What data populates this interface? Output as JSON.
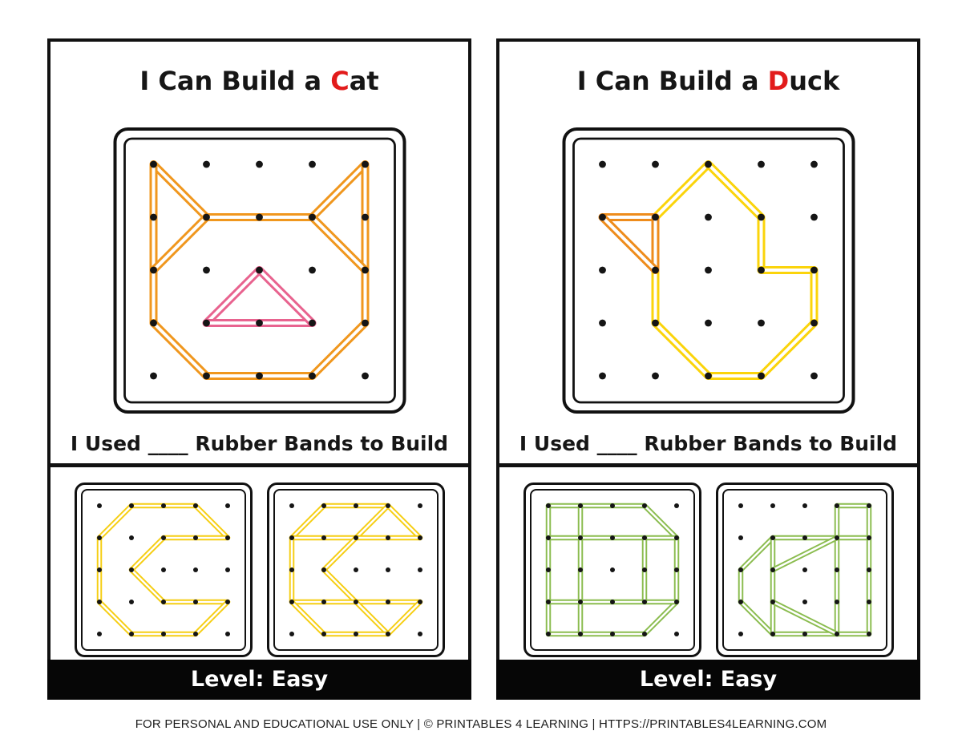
{
  "page": {
    "footer": "FOR PERSONAL AND EDUCATIONAL USE ONLY | © PRINTABLES 4 LEARNING | HTTPS://PRINTABLES4LEARNING.COM"
  },
  "colors": {
    "accent_red": "#E21B1B",
    "border": "#111111",
    "bar": "#060606",
    "dot": "#151515"
  },
  "cards": [
    {
      "title_prefix": "I Can Build a ",
      "title_highlight": "C",
      "title_rest": "at",
      "count_line": "I Used ____ Rubber Bands to Build",
      "level_label": "Level: Easy",
      "main_board": {
        "grid": 5,
        "bands": [
          {
            "name": "cat-face-band",
            "color": "#F0971E",
            "segments": [
              [
                [
                  0,
                  0
                ],
                [
                  1,
                  1
                ]
              ],
              [
                [
                  0,
                  0
                ],
                [
                  0,
                  2
                ]
              ],
              [
                [
                  0,
                  2
                ],
                [
                  1,
                  1
                ]
              ],
              [
                [
                  1,
                  1
                ],
                [
                  3,
                  1
                ]
              ],
              [
                [
                  3,
                  1
                ],
                [
                  4,
                  0
                ]
              ],
              [
                [
                  4,
                  0
                ],
                [
                  4,
                  2
                ]
              ],
              [
                [
                  4,
                  2
                ],
                [
                  3,
                  1
                ]
              ],
              [
                [
                  0,
                  2
                ],
                [
                  0,
                  3
                ]
              ],
              [
                [
                  0,
                  3
                ],
                [
                  1,
                  4
                ]
              ],
              [
                [
                  1,
                  4
                ],
                [
                  3,
                  4
                ]
              ],
              [
                [
                  3,
                  4
                ],
                [
                  4,
                  3
                ]
              ],
              [
                [
                  4,
                  3
                ],
                [
                  4,
                  2
                ]
              ]
            ]
          },
          {
            "name": "cat-nose-band",
            "color": "#E8638F",
            "segments": [
              [
                [
                  2,
                  2
                ],
                [
                  1,
                  3
                ]
              ],
              [
                [
                  1,
                  3
                ],
                [
                  3,
                  3
                ]
              ],
              [
                [
                  3,
                  3
                ],
                [
                  2,
                  2
                ]
              ]
            ]
          }
        ]
      },
      "letter_boards": [
        {
          "grid": 5,
          "bands": [
            {
              "name": "letter-c-outline",
              "color": "#F6CE12",
              "segments": [
                [
                  [
                    1,
                    0
                  ],
                  [
                    3,
                    0
                  ]
                ],
                [
                  [
                    3,
                    0
                  ],
                  [
                    4,
                    1
                  ]
                ],
                [
                  [
                    4,
                    1
                  ],
                  [
                    2,
                    1
                  ]
                ],
                [
                  [
                    2,
                    1
                  ],
                  [
                    1,
                    2
                  ]
                ],
                [
                  [
                    1,
                    2
                  ],
                  [
                    2,
                    3
                  ]
                ],
                [
                  [
                    2,
                    3
                  ],
                  [
                    4,
                    3
                  ]
                ],
                [
                  [
                    4,
                    3
                  ],
                  [
                    3,
                    4
                  ]
                ],
                [
                  [
                    3,
                    4
                  ],
                  [
                    1,
                    4
                  ]
                ],
                [
                  [
                    1,
                    4
                  ],
                  [
                    0,
                    3
                  ]
                ],
                [
                  [
                    0,
                    3
                  ],
                  [
                    0,
                    1
                  ]
                ],
                [
                  [
                    0,
                    1
                  ],
                  [
                    1,
                    0
                  ]
                ]
              ]
            }
          ]
        },
        {
          "grid": 5,
          "bands": [
            {
              "name": "letter-c-triangulated",
              "color": "#F6CE12",
              "segments": [
                [
                  [
                    1,
                    0
                  ],
                  [
                    3,
                    0
                  ]
                ],
                [
                  [
                    1,
                    0
                  ],
                  [
                    0,
                    1
                  ]
                ],
                [
                  [
                    3,
                    0
                  ],
                  [
                    2,
                    1
                  ]
                ],
                [
                  [
                    3,
                    0
                  ],
                  [
                    4,
                    1
                  ]
                ],
                [
                  [
                    0,
                    1
                  ],
                  [
                    4,
                    1
                  ]
                ],
                [
                  [
                    2,
                    1
                  ],
                  [
                    1,
                    2
                  ]
                ],
                [
                  [
                    1,
                    2
                  ],
                  [
                    2,
                    3
                  ]
                ],
                [
                  [
                    0,
                    1
                  ],
                  [
                    0,
                    3
                  ]
                ],
                [
                  [
                    0,
                    3
                  ],
                  [
                    4,
                    3
                  ]
                ],
                [
                  [
                    2,
                    3
                  ],
                  [
                    3,
                    4
                  ]
                ],
                [
                  [
                    0,
                    3
                  ],
                  [
                    1,
                    4
                  ]
                ],
                [
                  [
                    1,
                    4
                  ],
                  [
                    3,
                    4
                  ]
                ],
                [
                  [
                    3,
                    4
                  ],
                  [
                    4,
                    3
                  ]
                ]
              ]
            }
          ]
        }
      ]
    },
    {
      "title_prefix": "I Can Build a ",
      "title_highlight": "D",
      "title_rest": "uck",
      "count_line": "I Used ____ Rubber Bands to Build",
      "level_label": "Level: Easy",
      "main_board": {
        "grid": 5,
        "bands": [
          {
            "name": "duck-body-band",
            "color": "#FBD40B",
            "segments": [
              [
                [
                  2,
                  0
                ],
                [
                  1,
                  1
                ]
              ],
              [
                [
                  2,
                  0
                ],
                [
                  3,
                  1
                ]
              ],
              [
                [
                  3,
                  1
                ],
                [
                  3,
                  2
                ]
              ],
              [
                [
                  3,
                  2
                ],
                [
                  4,
                  2
                ]
              ],
              [
                [
                  4,
                  2
                ],
                [
                  4,
                  3
                ]
              ],
              [
                [
                  4,
                  3
                ],
                [
                  3,
                  4
                ]
              ],
              [
                [
                  3,
                  4
                ],
                [
                  2,
                  4
                ]
              ],
              [
                [
                  2,
                  4
                ],
                [
                  1,
                  3
                ]
              ],
              [
                [
                  1,
                  3
                ],
                [
                  1,
                  2
                ]
              ]
            ]
          },
          {
            "name": "duck-beak-band",
            "color": "#EE8C1C",
            "segments": [
              [
                [
                  0,
                  1
                ],
                [
                  1,
                  1
                ]
              ],
              [
                [
                  1,
                  1
                ],
                [
                  1,
                  2
                ]
              ],
              [
                [
                  1,
                  2
                ],
                [
                  0,
                  1
                ]
              ]
            ]
          }
        ]
      },
      "letter_boards": [
        {
          "grid": 5,
          "bands": [
            {
              "name": "letter-d-uppercase",
              "color": "#8ABC4E",
              "segments": [
                [
                  [
                    0,
                    0
                  ],
                  [
                    3,
                    0
                  ]
                ],
                [
                  [
                    3,
                    0
                  ],
                  [
                    4,
                    1
                  ]
                ],
                [
                  [
                    4,
                    1
                  ],
                  [
                    4,
                    3
                  ]
                ],
                [
                  [
                    4,
                    3
                  ],
                  [
                    3,
                    4
                  ]
                ],
                [
                  [
                    0,
                    4
                  ],
                  [
                    3,
                    4
                  ]
                ],
                [
                  [
                    0,
                    0
                  ],
                  [
                    0,
                    4
                  ]
                ],
                [
                  [
                    1,
                    0
                  ],
                  [
                    1,
                    4
                  ]
                ],
                [
                  [
                    0,
                    1
                  ],
                  [
                    4,
                    1
                  ]
                ],
                [
                  [
                    0,
                    3
                  ],
                  [
                    4,
                    3
                  ]
                ],
                [
                  [
                    3,
                    1
                  ],
                  [
                    3,
                    3
                  ]
                ]
              ]
            }
          ]
        },
        {
          "grid": 5,
          "bands": [
            {
              "name": "letter-d-lowercase",
              "color": "#8ABC4E",
              "segments": [
                [
                  [
                    3,
                    0
                  ],
                  [
                    4,
                    0
                  ]
                ],
                [
                  [
                    3,
                    0
                  ],
                  [
                    3,
                    4
                  ]
                ],
                [
                  [
                    4,
                    0
                  ],
                  [
                    4,
                    4
                  ]
                ],
                [
                  [
                    1,
                    1
                  ],
                  [
                    4,
                    1
                  ]
                ],
                [
                  [
                    1,
                    1
                  ],
                  [
                    0,
                    2
                  ]
                ],
                [
                  [
                    0,
                    2
                  ],
                  [
                    0,
                    3
                  ]
                ],
                [
                  [
                    0,
                    3
                  ],
                  [
                    1,
                    4
                  ]
                ],
                [
                  [
                    1,
                    4
                  ],
                  [
                    4,
                    4
                  ]
                ],
                [
                  [
                    1,
                    1
                  ],
                  [
                    1,
                    4
                  ]
                ],
                [
                  [
                    3,
                    1
                  ],
                  [
                    1,
                    2
                  ]
                ],
                [
                  [
                    1,
                    3
                  ],
                  [
                    3,
                    4
                  ]
                ]
              ]
            }
          ]
        }
      ]
    }
  ]
}
